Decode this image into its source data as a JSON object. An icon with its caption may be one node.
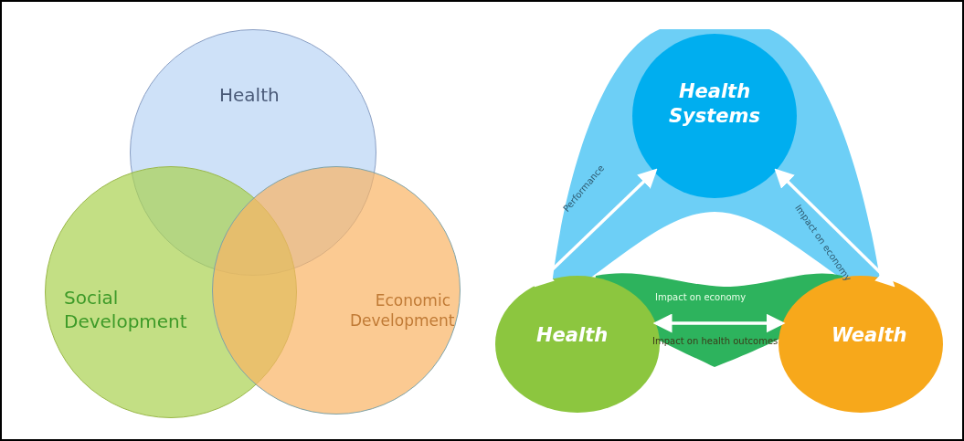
{
  "diagram": {
    "nodes": [
      {
        "text": [
          "Health"
        ]
      },
      {
        "text": [
          "Social Development"
        ]
      },
      {
        "text": [
          "Economic Development"
        ]
      },
      {
        "text": [
          "Health Systems"
        ]
      },
      {
        "text": [
          "Health"
        ]
      },
      {
        "text": [
          "Wealth"
        ]
      }
    ],
    "edges": [
      {
        "from": 3,
        "to": 4,
        "arrow": "both",
        "label": "Performance"
      },
      {
        "from": 3,
        "to": 5,
        "arrow": "both",
        "label": "Impact on economy"
      },
      {
        "from": 4,
        "to": 5,
        "arrow": "both",
        "label": "Impact on economy"
      }
    ],
    "labels": [
      "Impact on health outcomes"
    ]
  }
}
